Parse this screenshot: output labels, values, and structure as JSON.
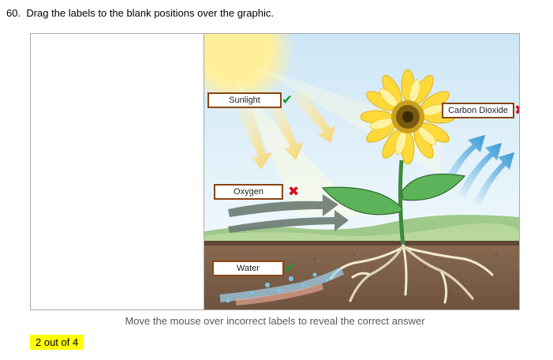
{
  "question": {
    "number": "60.",
    "text": "Drag the labels to the blank positions over the graphic."
  },
  "labels": {
    "sunlight": {
      "text": "Sunlight",
      "status": "correct"
    },
    "carbon_dioxide": {
      "text": "Carbon Dioxide",
      "status": "incorrect"
    },
    "oxygen": {
      "text": "Oxygen",
      "status": "incorrect"
    },
    "water": {
      "text": "Water",
      "status": "correct"
    }
  },
  "marks": {
    "correct": "✔",
    "incorrect": "✖"
  },
  "hint": "Move the mouse over incorrect labels to reveal the correct answer",
  "score": "2 out of 4",
  "colors": {
    "label_border": "#8b4513",
    "correct": "#1f9a2b",
    "incorrect": "#d0101a",
    "score_bg": "#ffff00"
  }
}
